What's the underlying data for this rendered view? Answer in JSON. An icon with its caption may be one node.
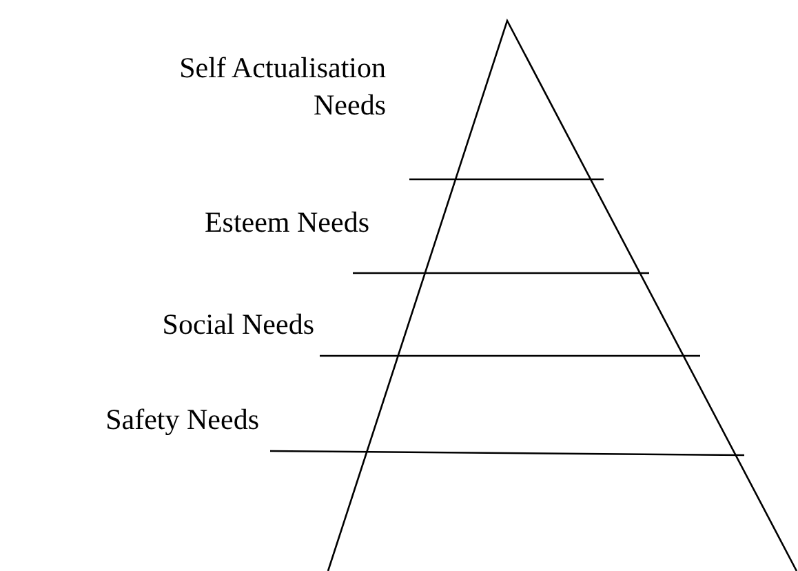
{
  "diagram": {
    "labels": [
      "Self Actualisation Needs",
      "Esteem Needs",
      "Social Needs",
      "Safety Needs"
    ]
  }
}
